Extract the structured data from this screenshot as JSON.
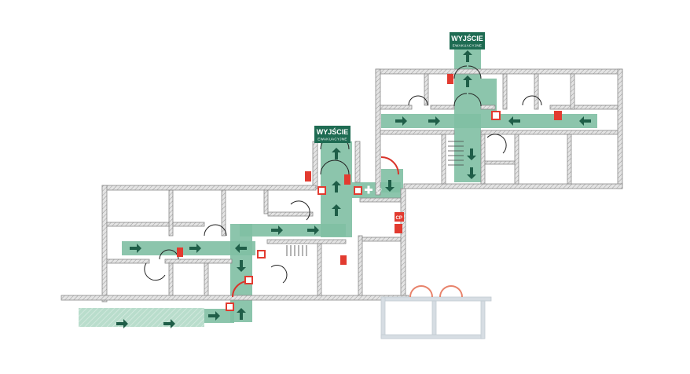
{
  "plan": {
    "exit_signs": [
      {
        "title": "WYJŚCIE",
        "subtitle": "EWAKUACYJNE"
      },
      {
        "title": "WYJŚCIE",
        "subtitle": "EWAKUACYJNE"
      }
    ],
    "hydrant_label": "CP",
    "colors": {
      "route": "#7fbfa3",
      "exit_sign": "#1e6b52",
      "safety_sign": "#e23b30",
      "wall": "#8a8a8a"
    }
  }
}
